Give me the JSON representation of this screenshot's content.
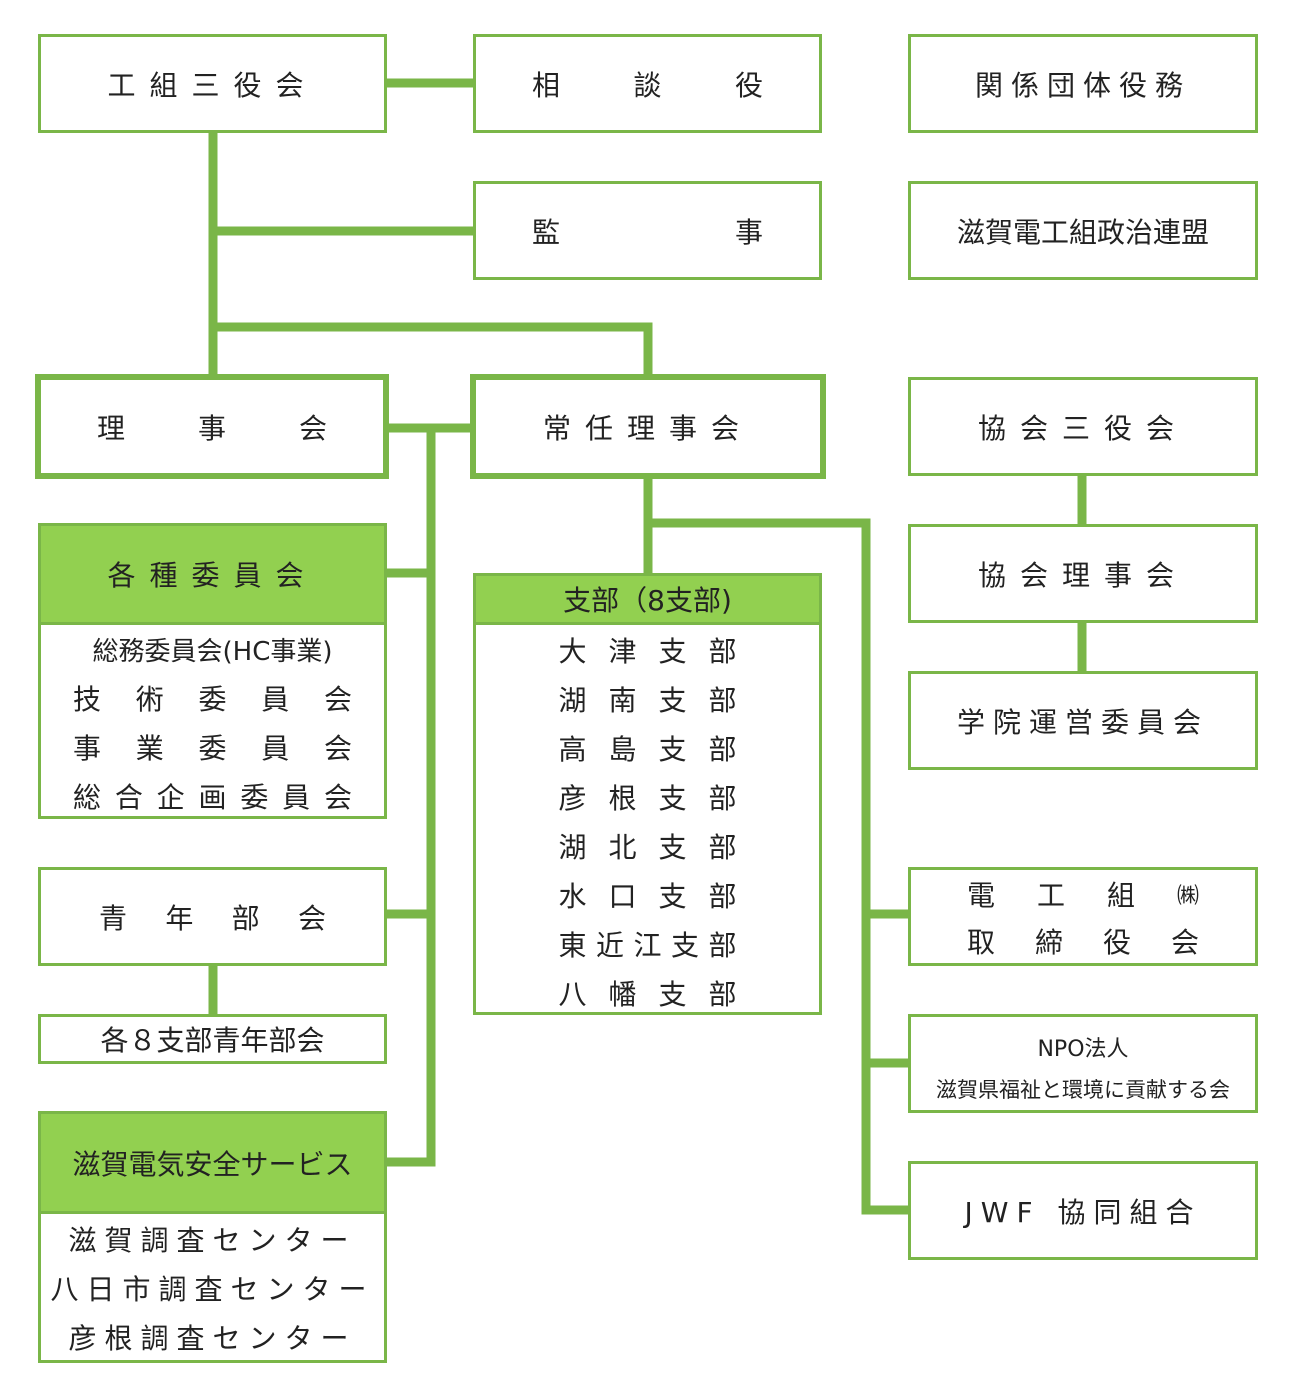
{
  "colors": {
    "line": "#7ab648",
    "header_fill": "#92d050",
    "border": "#7ab648"
  },
  "nodes": {
    "kumiai_sanyakukai": "工組三役会",
    "sodan_yaku": [
      "相",
      "談",
      "役"
    ],
    "kankei_dantai": "関係団体役務",
    "kanji": [
      "監",
      "事"
    ],
    "seiji_renmei": "滋賀電工組政治連盟",
    "rijikai": [
      "理",
      "事",
      "会"
    ],
    "jonin_rijikai": "常任理事会",
    "kyokai_sanyakukai": "協会三役会",
    "kakushu_iinkai": {
      "title": "各種委員会",
      "items": [
        "総務委員会(HC事業)",
        "技術委員会",
        "事業委員会",
        "総合企画委員会"
      ]
    },
    "shibu": {
      "title": "支部（8支部)",
      "items": [
        "大津支部",
        "湖南支部",
        "高島支部",
        "彦根支部",
        "湖北支部",
        "水口支部",
        "東近江支部",
        "八幡支部"
      ]
    },
    "kyokai_rijikai": "協会理事会",
    "gakuin_iinkai": "学院運営委員会",
    "seinen_bukai": [
      "青",
      "年",
      "部",
      "会"
    ],
    "kaku_shibu_seinen": "各８支部青年部会",
    "denkoukumi": {
      "line1": [
        "電",
        "工",
        "組",
        "㈱"
      ],
      "line2": [
        "取",
        "締",
        "役",
        "会"
      ]
    },
    "npo": {
      "line1": "NPO法人",
      "line2": "滋賀県福祉と環境に貢献する会"
    },
    "jwf": "JWF 協同組合",
    "shiga_denki": {
      "title": "滋賀電気安全サービス",
      "items": [
        "滋賀調査センター",
        "八日市調査センター",
        "彦根調査センター"
      ]
    }
  }
}
